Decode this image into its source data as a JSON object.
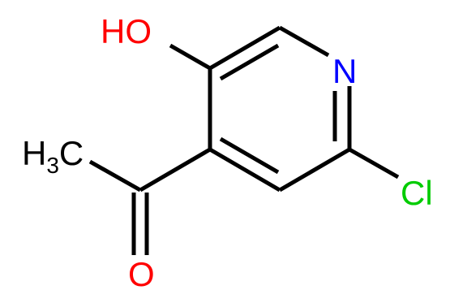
{
  "atoms": {
    "hydroxyl": "HO",
    "nitrogen": "N",
    "chlorine": "Cl",
    "methyl_main": "H",
    "methyl_sub": "3",
    "methyl_tail": "C",
    "oxygen": "O"
  },
  "colors": {
    "hydroxyl": "#ff0000",
    "oxygen": "#ff0000",
    "nitrogen": "#0000ff",
    "chlorine": "#00cc00",
    "carbon": "#000000",
    "background": "#ffffff"
  }
}
